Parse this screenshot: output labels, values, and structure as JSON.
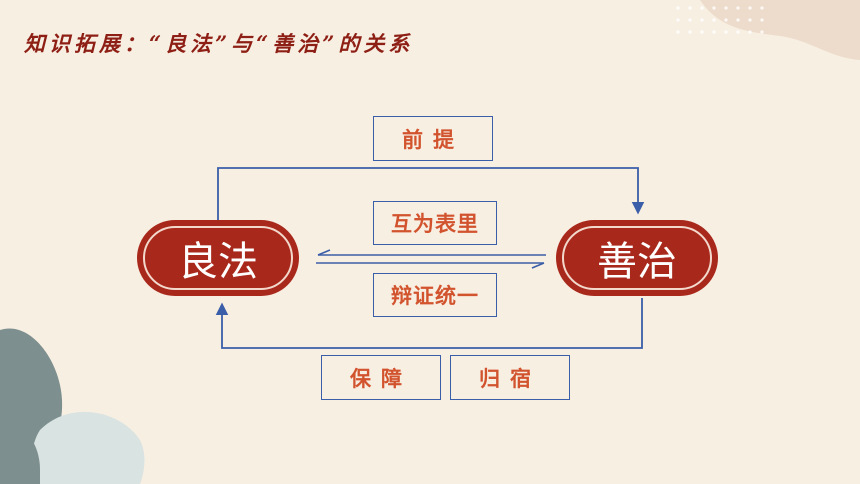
{
  "title": "知识拓展：“良法”与“善治”的关系",
  "nodes": {
    "left": "良法",
    "right": "善治"
  },
  "labels": {
    "top": "前提",
    "middle_top": "互为表里",
    "middle_bottom": "辩证统一",
    "bottom_left": "保障",
    "bottom_right": "归宿"
  },
  "colors": {
    "background": "#f8efe3",
    "pill": "#a8291c",
    "title": "#8e1f15",
    "label_text": "#d2542e",
    "connector": "#3a5ea8"
  }
}
